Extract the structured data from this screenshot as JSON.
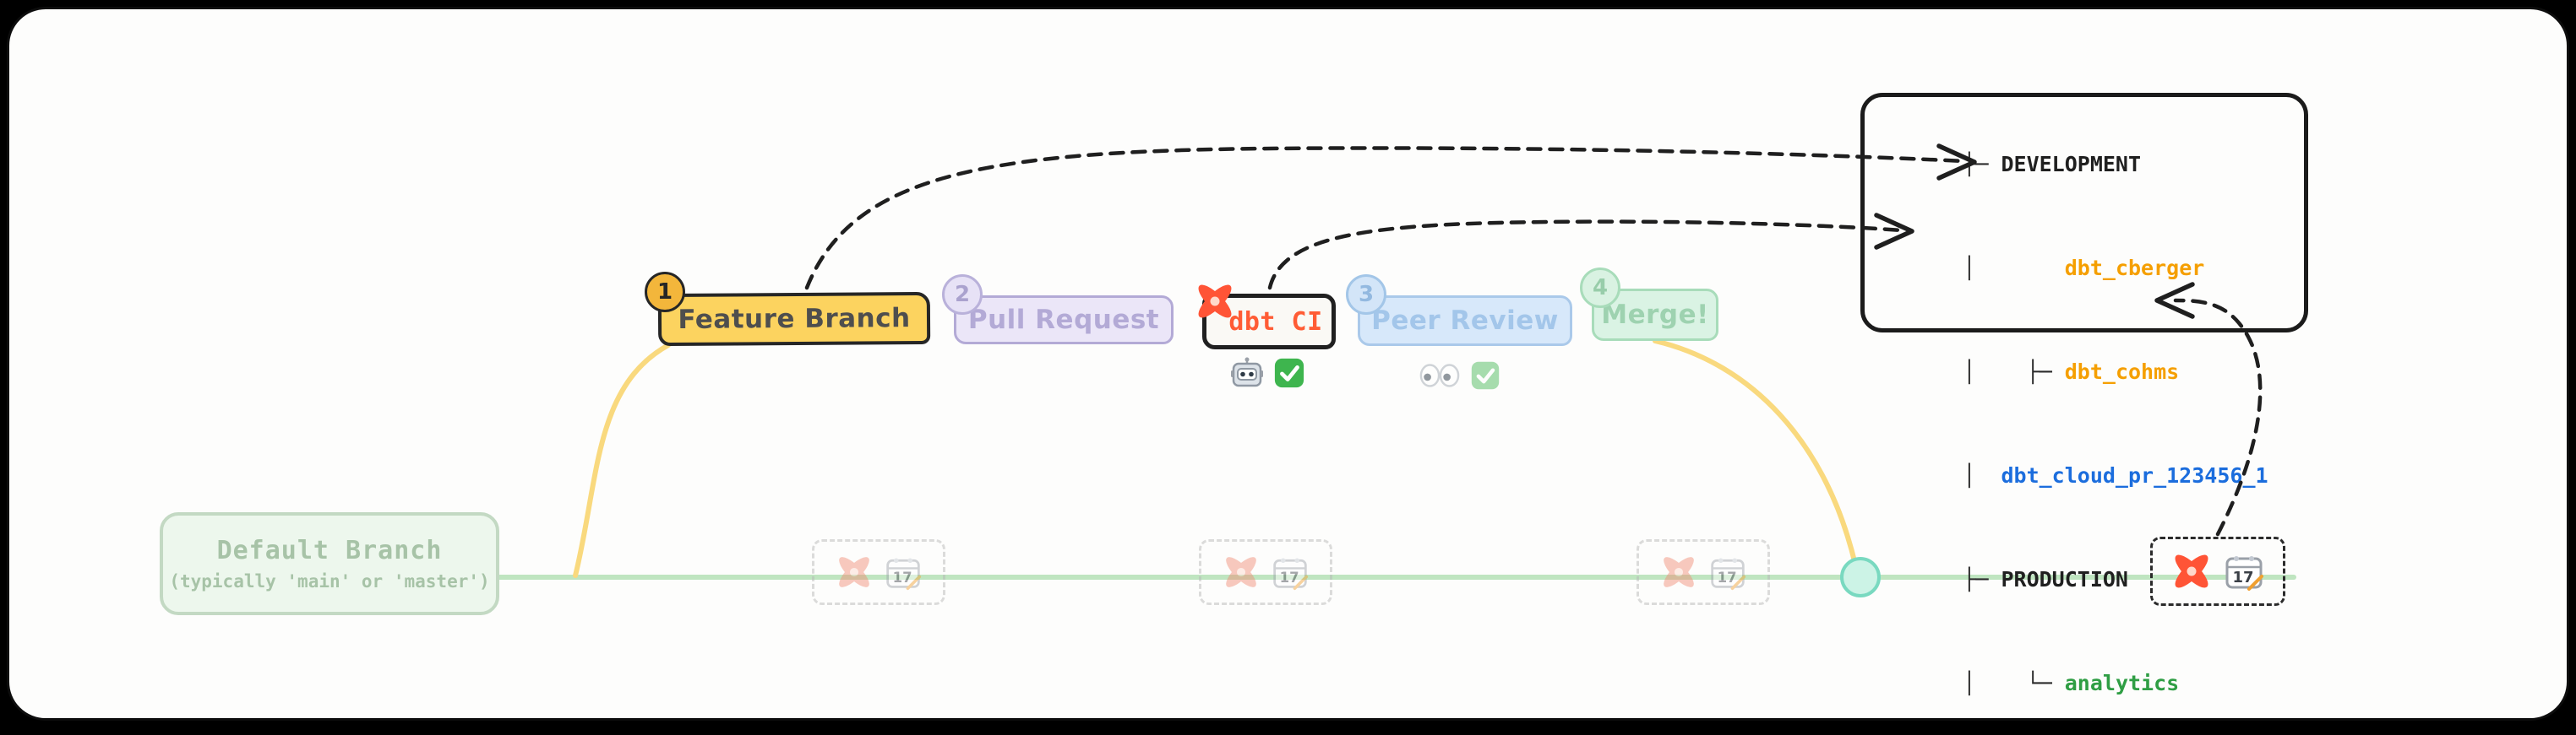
{
  "workflow": {
    "steps": [
      {
        "badge": "1",
        "label": "Feature Branch",
        "fill": "#fcd35f",
        "border_color": "#262626",
        "text_color": "#4e4e4e",
        "badge_fill": "#f3b63b",
        "badge_border": "#262626",
        "badge_text": "#262626"
      },
      {
        "badge": "2",
        "label": "Pull Request",
        "fill": "#ebe6f8",
        "border_color": "#b3aad6",
        "text_color": "#b3aad6",
        "badge_fill": "#e7e2f6",
        "badge_border": "#b9b1da",
        "badge_text": "#aaa2ce"
      },
      {
        "label": "dbt CI",
        "fill": "#faf9f5",
        "border_color": "#202020",
        "text_color": "#ff5c35"
      },
      {
        "badge": "3",
        "label": "Peer Review",
        "fill": "#d7e8fa",
        "border_color": "#aac9ea",
        "text_color": "#a3c6ea",
        "badge_fill": "#d3e5f8",
        "badge_border": "#a3c6e8",
        "badge_text": "#93b9e0"
      },
      {
        "badge": "4",
        "label": "Merge!",
        "fill": "#daf3e4",
        "border_color": "#a8dcba",
        "text_color": "#9ed2b0",
        "badge_fill": "#d9f2e2",
        "badge_border": "#a8dcba",
        "badge_text": "#98cdaa"
      }
    ],
    "default_branch": {
      "label": "Default Branch",
      "sublabel": "(typically 'main' or 'master')",
      "fill": "#edf7ed",
      "border_color": "#c3d9c3",
      "text_color": "#a7c3a7"
    },
    "status_dbt_ci": {
      "icons": [
        "robot",
        "check"
      ]
    },
    "status_peer_review": {
      "icons": [
        "eyes",
        "check"
      ]
    }
  },
  "environments_panel": {
    "lines": [
      {
        "prefix": "├─ ",
        "name": "DEVELOPMENT",
        "color": "#1f1f1f"
      },
      {
        "prefix": "│       ",
        "name": "dbt_cberger",
        "color": "#f59f00"
      },
      {
        "prefix": "│    ├─ ",
        "name": "dbt_cohms",
        "color": "#f59f00"
      },
      {
        "prefix": "│  ",
        "name": "dbt_cloud_pr_123456_1",
        "color": "#1b6ddd"
      },
      {
        "prefix": "├─ ",
        "name": "PRODUCTION",
        "color": "#1f1f1f"
      },
      {
        "prefix": "│    └─ ",
        "name": "analytics",
        "color": "#2f9e44"
      }
    ],
    "prefix_color": "#2a2a2a"
  },
  "icons": {
    "calendar_date": "17"
  },
  "colors": {
    "dbt_orange": "#ff5c35",
    "branch_line_green": "#bfe5c0",
    "feature_line_yellow": "#f9d97e",
    "merge_dot_fill": "#ccf3e6",
    "merge_dot_border": "#79d9c0",
    "arrow": "#1f1f1f",
    "check_green": "#3eb54e"
  }
}
